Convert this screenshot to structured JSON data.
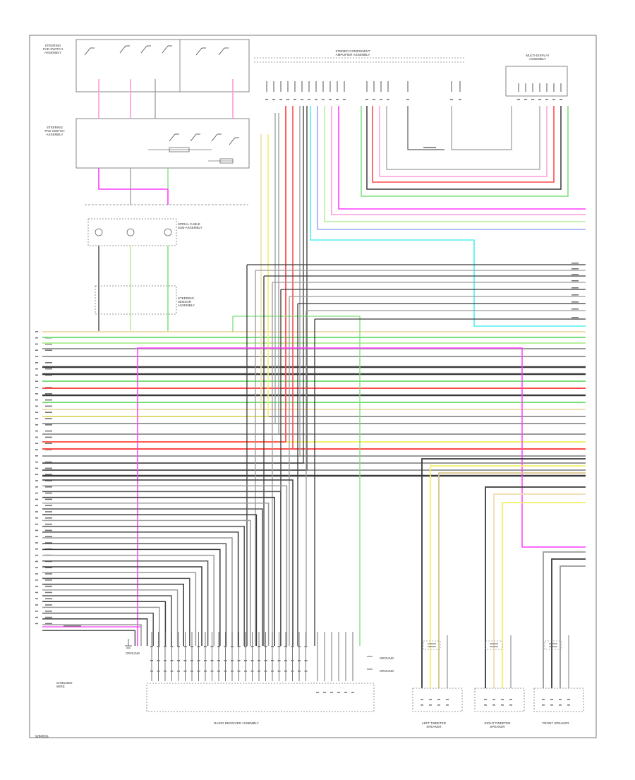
{
  "diagram": {
    "title": "",
    "watermark": "WIRING"
  },
  "labels": {
    "upper_left_switch_block": "STEERING\nPAD SWITCH\nASSEMBLY",
    "mid_left_switch_block": "STEERING\nPAD SWITCH\nASSEMBLY",
    "spiral_cable": "SPIRAL CABLE\nSUB-ASSEMBLY",
    "steering_module": "STEERING\nSENSOR\nASSEMBLY",
    "top_center_unit": "STEREO COMPONENT\nAMPLIFIER ASSEMBLY",
    "top_right_unit": "MULTI-DISPLAY\nASSEMBLY",
    "bottom_center_unit": "RADIO RECEIVER ASSEMBLY",
    "speaker_left": "LEFT TWEETER\nSPEAKER",
    "speaker_mid": "RIGHT TWEETER\nSPEAKER",
    "speaker_right": "FRONT SPEAKER",
    "shield_legend": "SHIELDED\nWIRE",
    "ground_label_1": "GROUND",
    "ground_label_2": "GROUND",
    "ground_label_3": "GROUND"
  },
  "palette": {
    "black": "#3a3a3a",
    "grey": "#9a9a9a",
    "red": "#ff4a4a",
    "pink": "#ff9ad6",
    "magenta": "#ff3cff",
    "green": "#7adf7a",
    "lightgreen": "#b7ef9a",
    "yellow": "#f4ef6a",
    "cream": "#f0dcae",
    "cyan": "#4ef0f0",
    "blue": "#9aa8ff",
    "purple": "#c08cff",
    "tan": "#d6c38a"
  }
}
